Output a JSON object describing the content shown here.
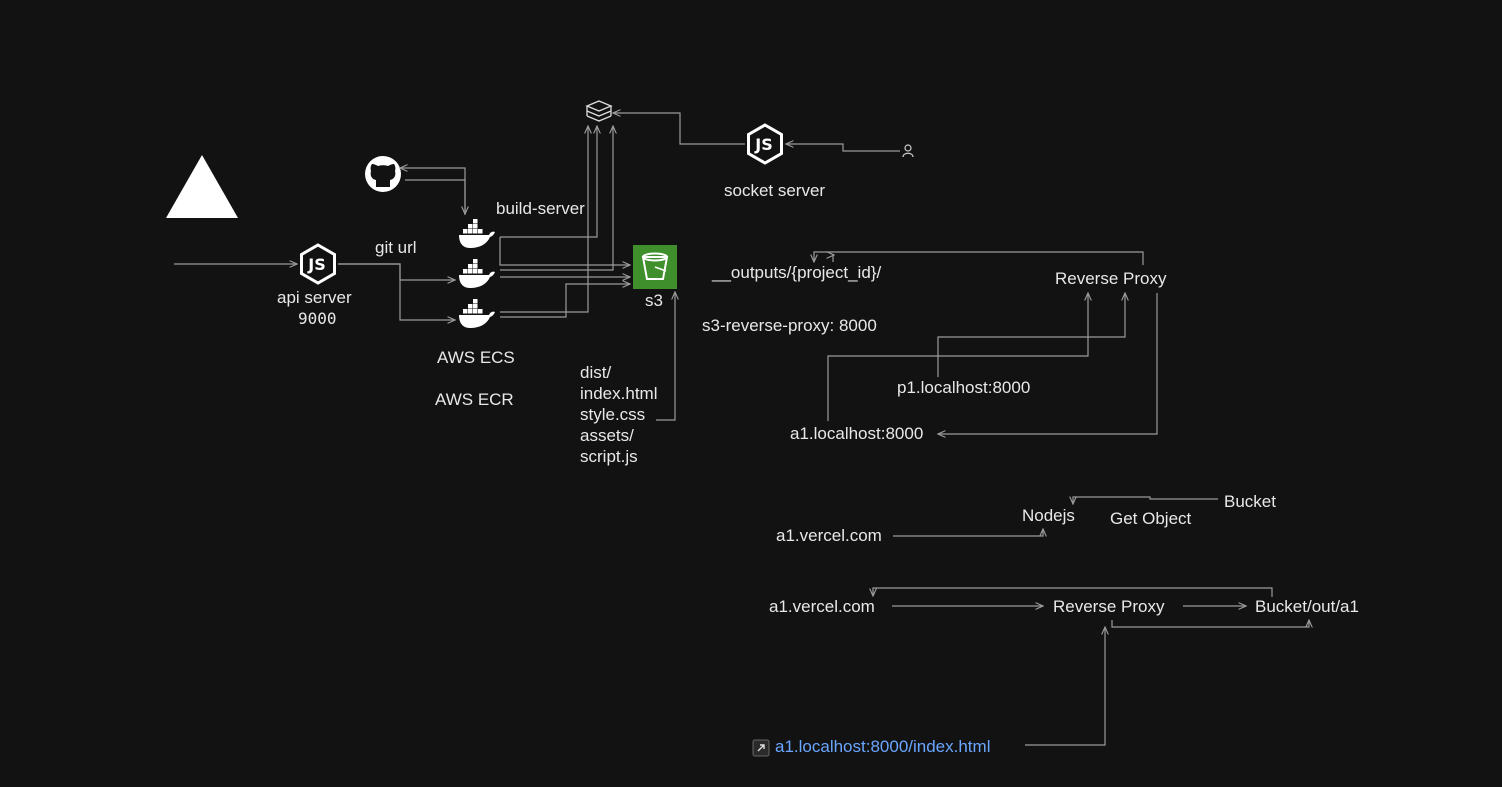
{
  "labels": {
    "build_server": "build-server",
    "git_url": "git url",
    "api_server": "api server",
    "api_port": "9000",
    "aws_ecs": "AWS ECS",
    "aws_ecr": "AWS ECR",
    "socket_server": "socket server",
    "s3": "s3",
    "outputs_path": "__outputs/{project_id}/",
    "reverse_proxy_top": "Reverse Proxy",
    "s3_reverse_proxy": "s3-reverse-proxy: 8000",
    "p1_localhost": "p1.localhost:8000",
    "a1_localhost": "a1.localhost:8000",
    "files": [
      "dist/",
      "index.html",
      "style.css",
      "assets/",
      "script.js"
    ],
    "nodejs": "Nodejs",
    "get_object": "Get Object",
    "bucket": "Bucket",
    "a1_vercel_1": "a1.vercel.com",
    "a1_vercel_2": "a1.vercel.com",
    "reverse_proxy_bottom": "Reverse Proxy",
    "bucket_out": "Bucket/out/a1",
    "link_url": "a1.localhost:8000/index.html"
  },
  "icons": [
    "vercel-triangle-icon",
    "github-icon",
    "redis-stack-icon",
    "nodejs-icon",
    "docker-icon",
    "aws-s3-icon",
    "user-icon",
    "external-link-icon"
  ],
  "colors": {
    "background": "#121212",
    "text": "#e8e8e8",
    "edge": "#9a9a9a",
    "link": "#6aa5ff",
    "s3_green": "#3f8f2c"
  }
}
